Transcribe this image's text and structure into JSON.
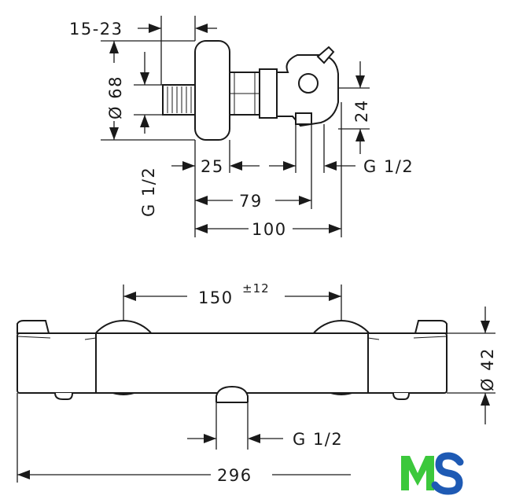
{
  "top_view": {
    "dim_15_23": "15-23",
    "dim_68": "Ø 68",
    "dim_g12_left": "G 1/2",
    "dim_25": "25",
    "dim_g12_right": "G 1/2",
    "dim_24": "24",
    "dim_79": "79",
    "dim_100": "100"
  },
  "front_view": {
    "dim_150": "150",
    "dim_150_tol": "±12",
    "dim_42": "Ø 42",
    "dim_g12_bottom": "G 1/2",
    "dim_296": "296"
  },
  "logo": {
    "text": "MS",
    "color_m": "#3cc83c",
    "color_s": "#1e5ab4"
  }
}
